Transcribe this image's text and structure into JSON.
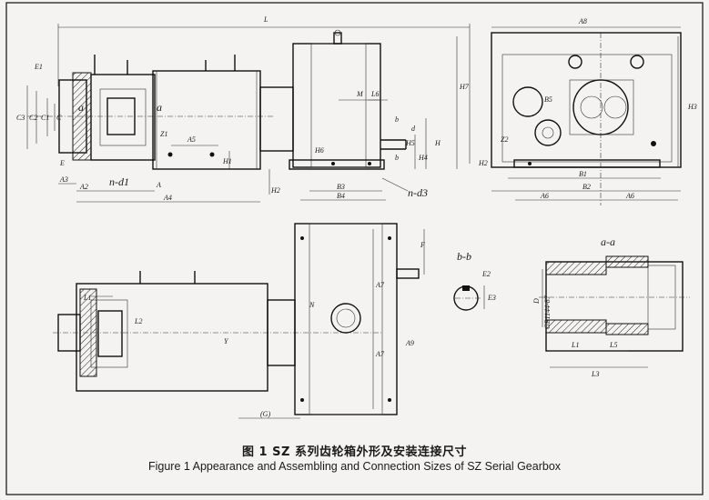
{
  "figure": {
    "caption_cn": "图 1   SZ 系列齿轮箱外形及安装连接尺寸",
    "caption_en": "Figure 1  Appearance and Assembling and Connection Sizes of SZ Serial Gearbox"
  },
  "views": {
    "front": {
      "labels": [
        "L",
        "E1",
        "C3",
        "C2",
        "C1",
        "C",
        "E",
        "a",
        "a",
        "Z1",
        "A5",
        "H1",
        "A3",
        "A2",
        "n-d1",
        "A",
        "A4",
        "H2",
        "M",
        "L6",
        "b",
        "b",
        "H6",
        "H5",
        "H4",
        "d",
        "H",
        "B3",
        "B4",
        "n-d3",
        "H7"
      ]
    },
    "side": {
      "labels": [
        "A8",
        "B5",
        "H3",
        "Z2",
        "B1",
        "B2",
        "A6",
        "A6",
        "H2"
      ]
    },
    "top": {
      "labels": [
        "L1",
        "L2",
        "Y",
        "N",
        "F",
        "A7",
        "A9",
        "A7",
        "(G)"
      ]
    },
    "section_bb": {
      "title": "b-b",
      "labels": [
        "E2",
        "E3"
      ]
    },
    "section_aa": {
      "title": "a-a",
      "labels": [
        "D",
        "GB1144-87",
        "L1",
        "L5",
        "L3"
      ]
    }
  }
}
